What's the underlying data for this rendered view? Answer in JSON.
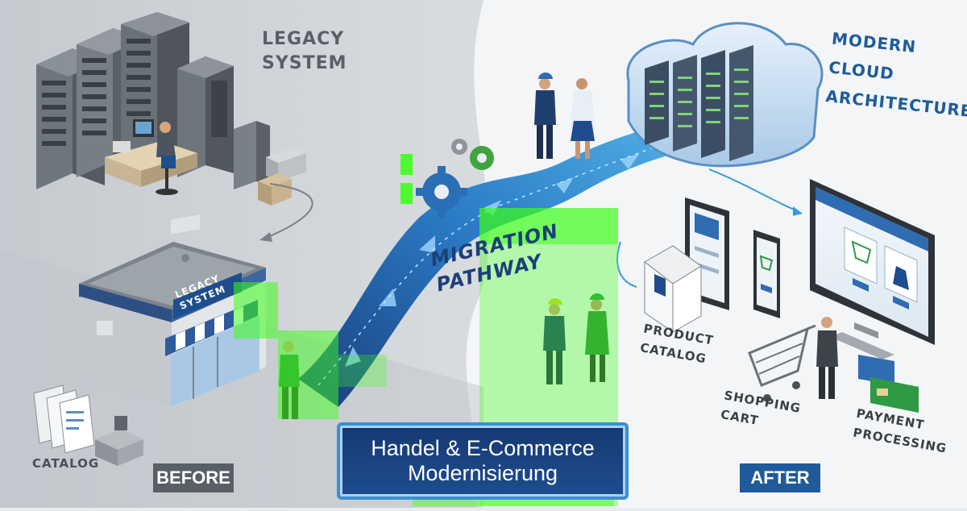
{
  "labels": {
    "legacy_system": "LEGACY SYSTEM",
    "store_sign": "LEGACY SYSTEM",
    "modern_cloud": "MODERN CLOUD ARCHITECTURE",
    "migration": "MIGRATION PATHWAY",
    "catalog": "CATALOG",
    "product_catalog": "PRODUCT CATALOG",
    "shopping_cart": "SHOPPING CART",
    "payment_processing": "PAYMENT PROCESSING"
  },
  "badges": {
    "before": "BEFORE",
    "after": "AFTER"
  },
  "banner": {
    "line1": "Handel & E-Commerce",
    "line2": "Modernisierung"
  },
  "colors": {
    "legacy_bg": "#cfd3d7",
    "modern_bg": "#f4f6f8",
    "pathway": "#1f5fa8",
    "accent_blue": "#1e5c9a",
    "highlight_green": "#3dff1a",
    "gear_blue": "#2a6fb5",
    "gear_green": "#3fa33f"
  }
}
